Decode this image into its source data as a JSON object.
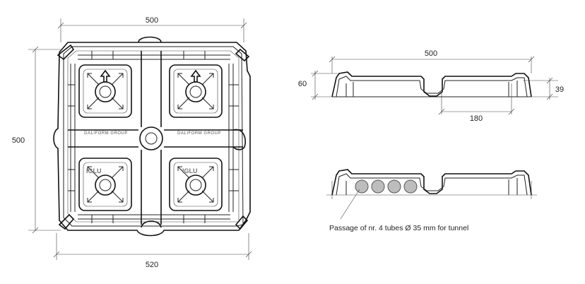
{
  "plan": {
    "top_width": "500",
    "left_height": "500",
    "bottom_width": "520",
    "brand_text": "DALIFORM GROUP",
    "logo_text": "IGLU"
  },
  "section_top": {
    "width": "500",
    "height_left": "60",
    "height_right": "39",
    "channel_width": "180"
  },
  "section_bottom": {
    "tube_count": 4,
    "caption": "Passage of nr. 4 tubes Ø 35 mm for tunnel"
  }
}
